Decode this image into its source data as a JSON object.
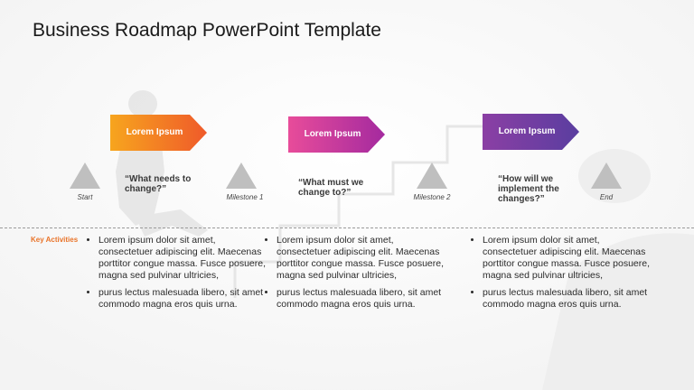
{
  "title": "Business Roadmap PowerPoint Template",
  "colors": {
    "arrow1": [
      "#f7a51e",
      "#ef5a2a"
    ],
    "arrow2": [
      "#e84c9a",
      "#a42a9f"
    ],
    "arrow3": [
      "#8b3fa4",
      "#5a3ea0"
    ],
    "triangle": "#bfbfbf",
    "key_activities": "#e9742a"
  },
  "milestones": [
    {
      "label": "Start"
    },
    {
      "label": "Milestone 1"
    },
    {
      "label": "Milestone 2"
    },
    {
      "label": "End"
    }
  ],
  "stages": [
    {
      "arrow_label": "Lorem Ipsum",
      "question": "“What needs to change?”",
      "bullets": [
        "Lorem ipsum dolor sit amet, consectetuer adipiscing elit. Maecenas porttitor congue massa. Fusce posuere, magna sed pulvinar ultricies,",
        "purus lectus malesuada libero, sit amet commodo magna eros quis urna."
      ]
    },
    {
      "arrow_label": "Lorem Ipsum",
      "question": "“What must we change to?”",
      "bullets": [
        "Lorem ipsum dolor sit amet, consectetuer adipiscing elit. Maecenas porttitor congue massa. Fusce posuere, magna sed pulvinar ultricies,",
        "purus lectus malesuada libero, sit amet commodo magna eros quis urna."
      ]
    },
    {
      "arrow_label": "Lorem Ipsum",
      "question": "“How will we implement the changes?”",
      "bullets": [
        "Lorem ipsum dolor sit amet, consectetuer adipiscing elit. Maecenas porttitor congue massa. Fusce posuere, magna sed pulvinar ultricies,",
        "purus lectus malesuada libero, sit amet commodo magna eros quis urna."
      ]
    }
  ],
  "key_activities_label": "Key Activities"
}
